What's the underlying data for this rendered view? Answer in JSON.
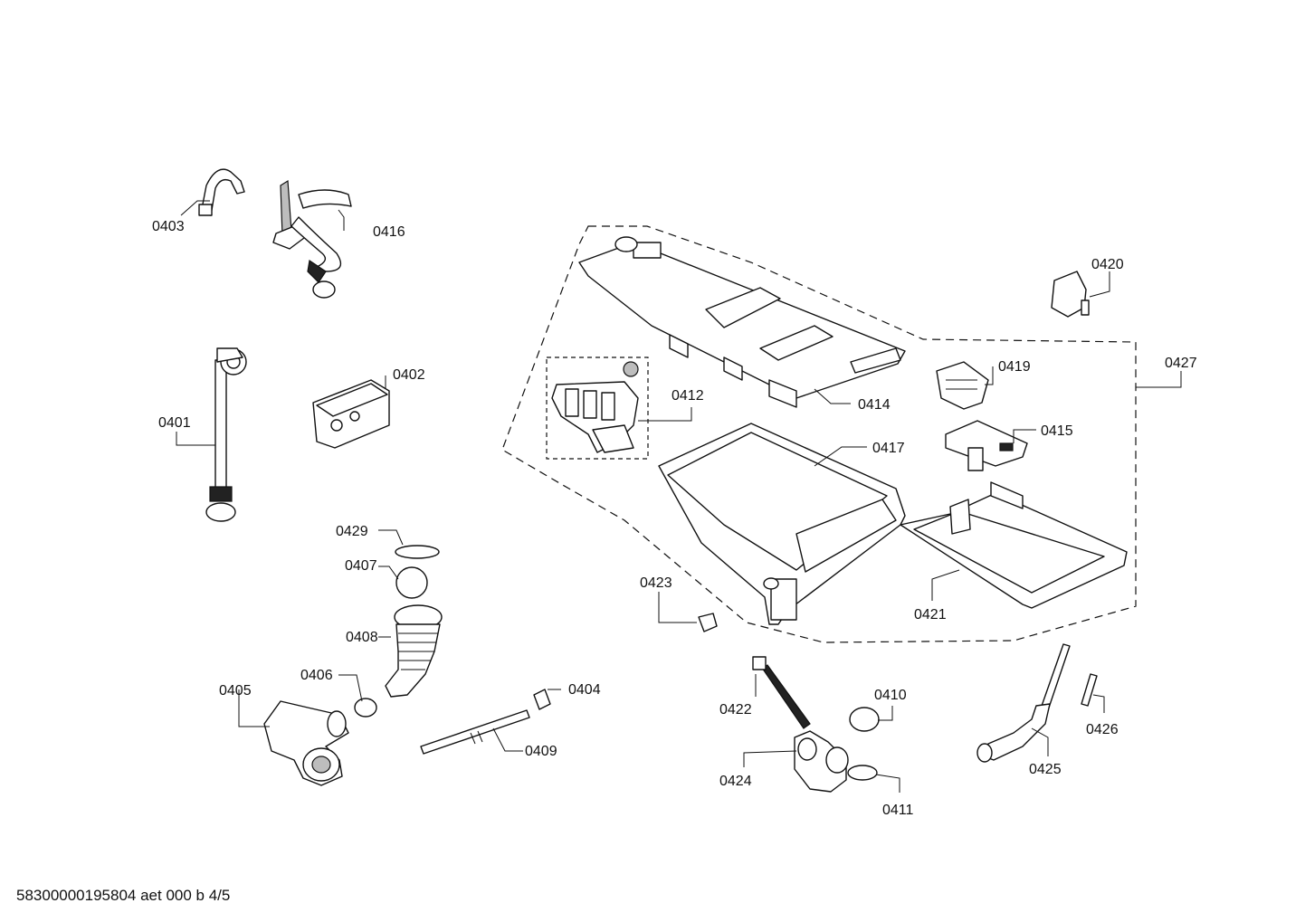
{
  "labels": {
    "p0403": "0403",
    "p0416": "0416",
    "p0401": "0401",
    "p0402": "0402",
    "p0429": "0429",
    "p0407": "0407",
    "p0408": "0408",
    "p0406": "0406",
    "p0405": "0405",
    "p0404": "0404",
    "p0409": "0409",
    "p0412": "0412",
    "p0414": "0414",
    "p0417": "0417",
    "p0423": "0423",
    "p0422": "0422",
    "p0424": "0424",
    "p0410": "0410",
    "p0411": "0411",
    "p0420": "0420",
    "p0419": "0419",
    "p0415": "0415",
    "p0427": "0427",
    "p0421": "0421",
    "p0425": "0425",
    "p0426": "0426"
  },
  "footer": "58300000195804 aet 000 b 4/5"
}
